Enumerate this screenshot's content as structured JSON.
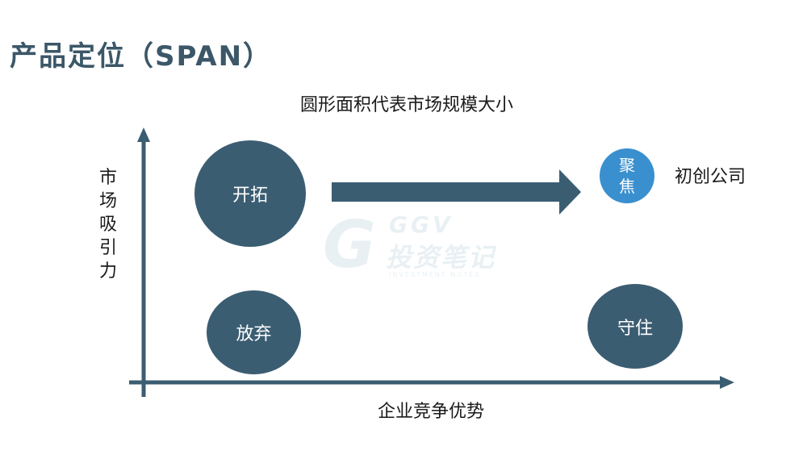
{
  "header": {
    "title": "产品定位（SPAN）",
    "subtitle": "圆形面积代表市场规模大小"
  },
  "axes": {
    "y_label_chars": [
      "市",
      "场",
      "吸",
      "引",
      "力"
    ],
    "x_label": "企业竞争优势"
  },
  "quadrants": {
    "top_left": "开拓",
    "bottom_left": "放弃",
    "bottom_right": "守住",
    "top_right_chars": [
      "聚",
      "焦"
    ]
  },
  "annotation": {
    "top_right_note": "初创公司"
  },
  "watermark": {
    "brand": "GGV",
    "name_cn": "投资笔记",
    "name_en": "INVESTMENT NOTES"
  },
  "colors": {
    "circle_dark": "#3b5d72",
    "circle_focus": "#3a8fce",
    "axis": "#3b5d72",
    "title": "#3b5768"
  }
}
